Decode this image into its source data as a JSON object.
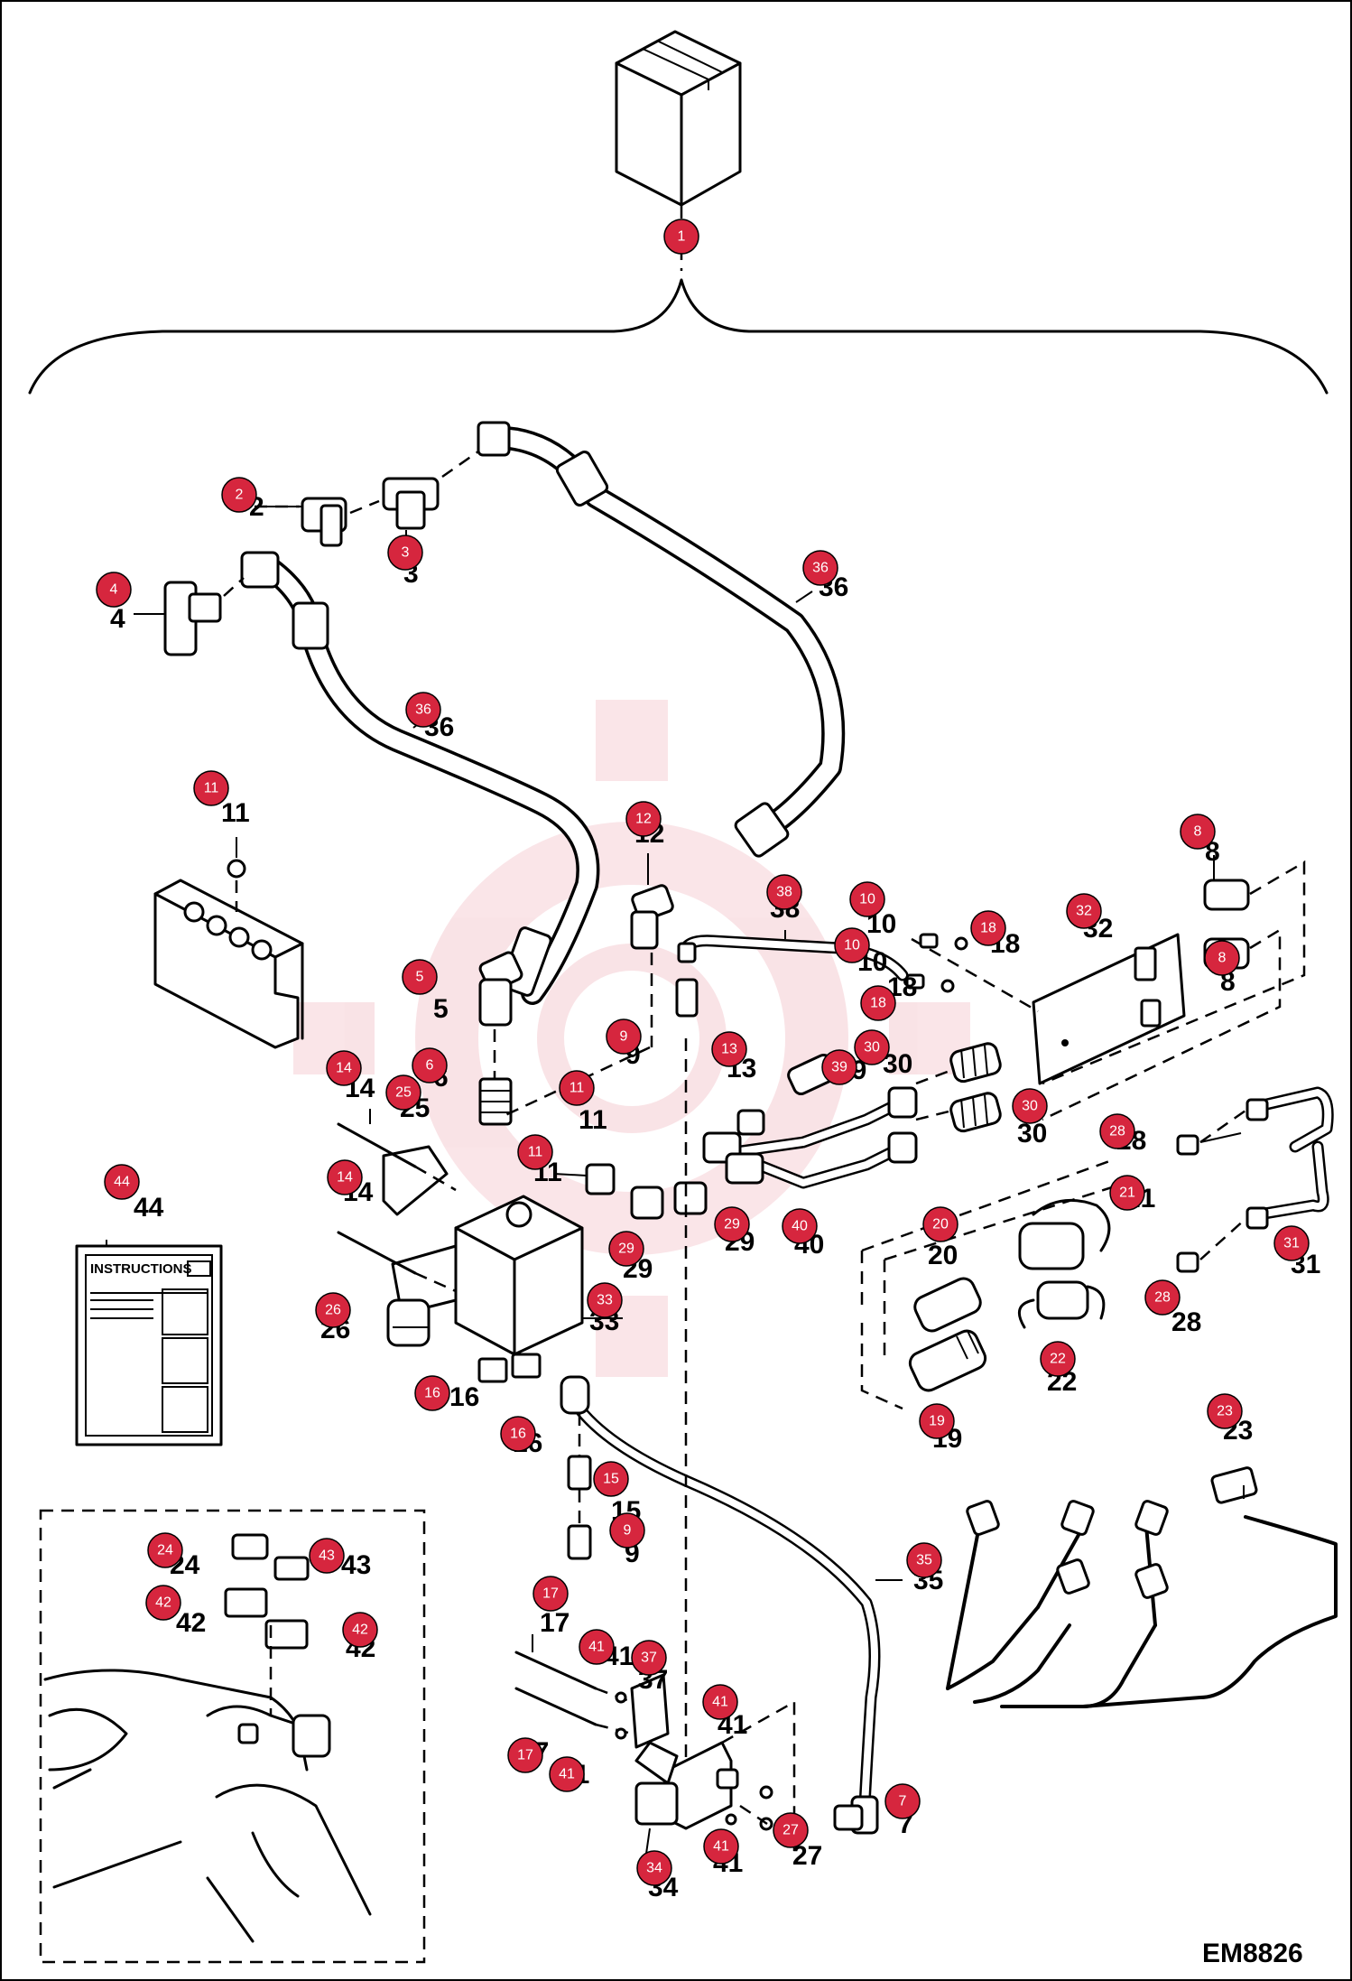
{
  "drawing_code": "EM8826",
  "instructions_sheet_title": "INSTRUCTIONS",
  "callout_color": "#d6263e",
  "callouts": [
    {
      "num": "1"
    },
    {
      "num": "2"
    },
    {
      "num": "3"
    },
    {
      "num": "4"
    },
    {
      "num": "36"
    },
    {
      "num": "36"
    },
    {
      "num": "11"
    },
    {
      "num": "12"
    },
    {
      "num": "38"
    },
    {
      "num": "10"
    },
    {
      "num": "10"
    },
    {
      "num": "18"
    },
    {
      "num": "18"
    },
    {
      "num": "32"
    },
    {
      "num": "8"
    },
    {
      "num": "8"
    },
    {
      "num": "5"
    },
    {
      "num": "9"
    },
    {
      "num": "13"
    },
    {
      "num": "39"
    },
    {
      "num": "30"
    },
    {
      "num": "30"
    },
    {
      "num": "14"
    },
    {
      "num": "6"
    },
    {
      "num": "25"
    },
    {
      "num": "11"
    },
    {
      "num": "11"
    },
    {
      "num": "14"
    },
    {
      "num": "29"
    },
    {
      "num": "29"
    },
    {
      "num": "40"
    },
    {
      "num": "28"
    },
    {
      "num": "21"
    },
    {
      "num": "20"
    },
    {
      "num": "31"
    },
    {
      "num": "44"
    },
    {
      "num": "26"
    },
    {
      "num": "33"
    },
    {
      "num": "28"
    },
    {
      "num": "22"
    },
    {
      "num": "16"
    },
    {
      "num": "16"
    },
    {
      "num": "19"
    },
    {
      "num": "15"
    },
    {
      "num": "23"
    },
    {
      "num": "9"
    },
    {
      "num": "24"
    },
    {
      "num": "43"
    },
    {
      "num": "42"
    },
    {
      "num": "42"
    },
    {
      "num": "35"
    },
    {
      "num": "17"
    },
    {
      "num": "41"
    },
    {
      "num": "37"
    },
    {
      "num": "41"
    },
    {
      "num": "17"
    },
    {
      "num": "41"
    },
    {
      "num": "7"
    },
    {
      "num": "27"
    },
    {
      "num": "41"
    },
    {
      "num": "34"
    }
  ],
  "part_labels": [
    {
      "text": "2"
    },
    {
      "text": "3"
    },
    {
      "text": "4"
    },
    {
      "text": "36"
    },
    {
      "text": "36"
    },
    {
      "text": "11"
    },
    {
      "text": "12"
    },
    {
      "text": "38"
    },
    {
      "text": "10"
    },
    {
      "text": "10"
    },
    {
      "text": "18"
    },
    {
      "text": "18"
    },
    {
      "text": "32"
    },
    {
      "text": "8"
    },
    {
      "text": "8"
    },
    {
      "text": "5"
    },
    {
      "text": "9"
    },
    {
      "text": "13"
    },
    {
      "text": "39"
    },
    {
      "text": "30"
    },
    {
      "text": "30"
    },
    {
      "text": "14"
    },
    {
      "text": "6"
    },
    {
      "text": "25"
    },
    {
      "text": "11"
    },
    {
      "text": "11"
    },
    {
      "text": "14"
    },
    {
      "text": "29"
    },
    {
      "text": "29"
    },
    {
      "text": "40"
    },
    {
      "text": "28"
    },
    {
      "text": "21"
    },
    {
      "text": "20"
    },
    {
      "text": "31"
    },
    {
      "text": "44"
    },
    {
      "text": "26"
    },
    {
      "text": "33"
    },
    {
      "text": "28"
    },
    {
      "text": "22"
    },
    {
      "text": "16"
    },
    {
      "text": "16"
    },
    {
      "text": "19"
    },
    {
      "text": "15"
    },
    {
      "text": "23"
    },
    {
      "text": "9"
    },
    {
      "text": "24"
    },
    {
      "text": "43"
    },
    {
      "text": "42"
    },
    {
      "text": "42"
    },
    {
      "text": "35"
    },
    {
      "text": "17"
    },
    {
      "text": "41"
    },
    {
      "text": "37"
    },
    {
      "text": "41"
    },
    {
      "text": "17"
    },
    {
      "text": "41"
    },
    {
      "text": "7"
    },
    {
      "text": "27"
    },
    {
      "text": "41"
    },
    {
      "text": "34"
    }
  ]
}
